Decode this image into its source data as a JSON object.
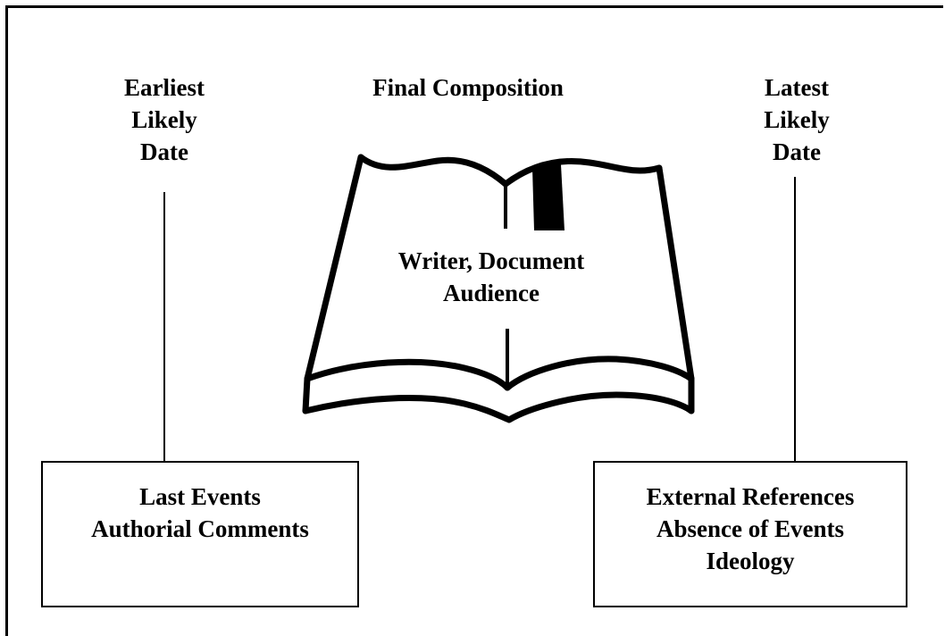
{
  "left": {
    "heading": [
      "Earliest",
      "Likely",
      "Date"
    ],
    "box_lines": [
      "Last Events",
      "Authorial Comments"
    ]
  },
  "center": {
    "heading": "Final Composition",
    "book_lines": [
      "Writer, Document",
      "Audience"
    ]
  },
  "right": {
    "heading": [
      "Latest",
      "Likely",
      "Date"
    ],
    "box_lines": [
      "External References",
      "Absence of Events",
      "Ideology"
    ]
  },
  "colors": {
    "ink": "#000000",
    "paper": "#ffffff"
  },
  "icons": {
    "book": "open-book-icon",
    "bookmark": "bookmark-ribbon-icon"
  }
}
